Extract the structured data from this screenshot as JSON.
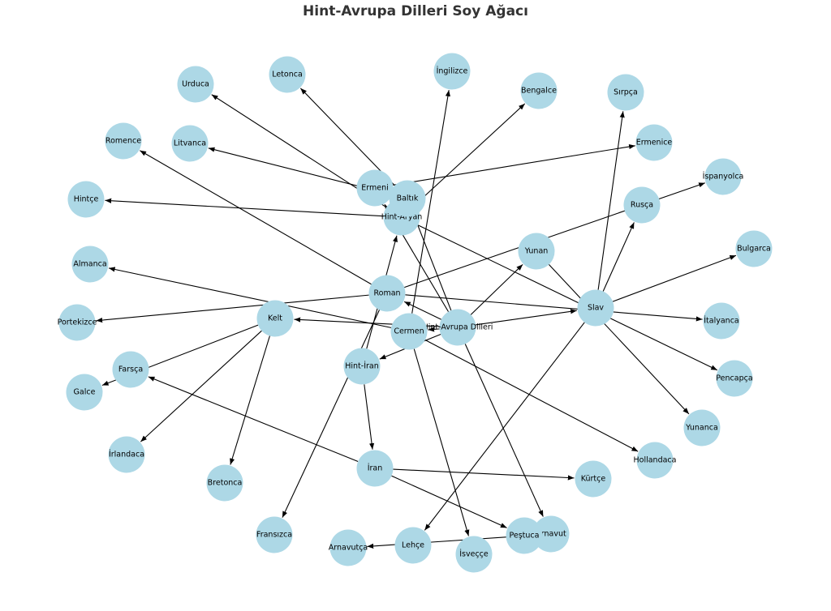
{
  "title": "Hint-Avrupa Dilleri Soy Ağacı",
  "colors": {
    "node_fill": "#add8e6",
    "edge": "#000000",
    "title": "#333333"
  },
  "nodes": [
    {
      "id": "Hint-Avrupa Dilleri",
      "label": "Hint-Avrupa Dilleri"
    },
    {
      "id": "Hint-İran",
      "label": "Hint-İran"
    },
    {
      "id": "Hint-Aryan",
      "label": "Hint-Aryan"
    },
    {
      "id": "İran",
      "label": "İran"
    },
    {
      "id": "Kelt",
      "label": "Kelt"
    },
    {
      "id": "Cermen",
      "label": "Cermen"
    },
    {
      "id": "Roman",
      "label": "Roman"
    },
    {
      "id": "Slav",
      "label": "Slav"
    },
    {
      "id": "Yunan",
      "label": "Yunan"
    },
    {
      "id": "Ermeni",
      "label": "Ermeni"
    },
    {
      "id": "Baltık",
      "label": "Baltık"
    },
    {
      "id": "Arnavut",
      "label": "Arnavut"
    },
    {
      "id": "Hintçe",
      "label": "Hintçe"
    },
    {
      "id": "Urduca",
      "label": "Urduca"
    },
    {
      "id": "Bengalce",
      "label": "Bengalce"
    },
    {
      "id": "Pencapça",
      "label": "Pencapça"
    },
    {
      "id": "Farsça",
      "label": "Farsça"
    },
    {
      "id": "Kürtçe",
      "label": "Kürtçe"
    },
    {
      "id": "Peştuca",
      "label": "Peştuca"
    },
    {
      "id": "İrlandaca",
      "label": "İrlandaca"
    },
    {
      "id": "Galce",
      "label": "Galce"
    },
    {
      "id": "Bretonca",
      "label": "Bretonca"
    },
    {
      "id": "İngilizce",
      "label": "İngilizce"
    },
    {
      "id": "Almanca",
      "label": "Almanca"
    },
    {
      "id": "Hollandaca",
      "label": "Hollandaca"
    },
    {
      "id": "İsveççe",
      "label": "İsveççe"
    },
    {
      "id": "İspanyolca",
      "label": "İspanyolca"
    },
    {
      "id": "Fransızca",
      "label": "Fransızca"
    },
    {
      "id": "İtalyanca",
      "label": "İtalyanca"
    },
    {
      "id": "Portekizce",
      "label": "Portekizce"
    },
    {
      "id": "Romence",
      "label": "Romence"
    },
    {
      "id": "Rusça",
      "label": "Rusça"
    },
    {
      "id": "Lehçe",
      "label": "Lehçe"
    },
    {
      "id": "Sırpça",
      "label": "Sırpça"
    },
    {
      "id": "Bulgarca",
      "label": "Bulgarca"
    },
    {
      "id": "Yunanca",
      "label": "Yunanca"
    },
    {
      "id": "Ermenice",
      "label": "Ermenice"
    },
    {
      "id": "Litvanca",
      "label": "Litvanca"
    },
    {
      "id": "Letonca",
      "label": "Letonca"
    },
    {
      "id": "Arnavutça",
      "label": "Arnavutça"
    }
  ],
  "edges": [
    [
      "Hint-Avrupa Dilleri",
      "Hint-İran"
    ],
    [
      "Hint-Avrupa Dilleri",
      "Kelt"
    ],
    [
      "Hint-Avrupa Dilleri",
      "Cermen"
    ],
    [
      "Hint-Avrupa Dilleri",
      "Roman"
    ],
    [
      "Hint-Avrupa Dilleri",
      "Slav"
    ],
    [
      "Hint-Avrupa Dilleri",
      "Yunan"
    ],
    [
      "Hint-Avrupa Dilleri",
      "Ermeni"
    ],
    [
      "Hint-Avrupa Dilleri",
      "Baltık"
    ],
    [
      "Hint-Avrupa Dilleri",
      "Arnavut"
    ],
    [
      "Hint-İran",
      "Hint-Aryan"
    ],
    [
      "Hint-İran",
      "İran"
    ],
    [
      "Hint-Aryan",
      "Hintçe"
    ],
    [
      "Hint-Aryan",
      "Urduca"
    ],
    [
      "Hint-Aryan",
      "Bengalce"
    ],
    [
      "Hint-Aryan",
      "Pencapça"
    ],
    [
      "İran",
      "Farsça"
    ],
    [
      "İran",
      "Kürtçe"
    ],
    [
      "İran",
      "Peştuca"
    ],
    [
      "Kelt",
      "İrlandaca"
    ],
    [
      "Kelt",
      "Galce"
    ],
    [
      "Kelt",
      "Bretonca"
    ],
    [
      "Cermen",
      "İngilizce"
    ],
    [
      "Cermen",
      "Almanca"
    ],
    [
      "Cermen",
      "Hollandaca"
    ],
    [
      "Cermen",
      "İsveççe"
    ],
    [
      "Roman",
      "İspanyolca"
    ],
    [
      "Roman",
      "Fransızca"
    ],
    [
      "Roman",
      "İtalyanca"
    ],
    [
      "Roman",
      "Portekizce"
    ],
    [
      "Roman",
      "Romence"
    ],
    [
      "Slav",
      "Rusça"
    ],
    [
      "Slav",
      "Lehçe"
    ],
    [
      "Slav",
      "Sırpça"
    ],
    [
      "Slav",
      "Bulgarca"
    ],
    [
      "Yunan",
      "Yunanca"
    ],
    [
      "Ermeni",
      "Ermenice"
    ],
    [
      "Baltık",
      "Litvanca"
    ],
    [
      "Baltık",
      "Letonca"
    ],
    [
      "Arnavut",
      "Arnavutça"
    ]
  ]
}
